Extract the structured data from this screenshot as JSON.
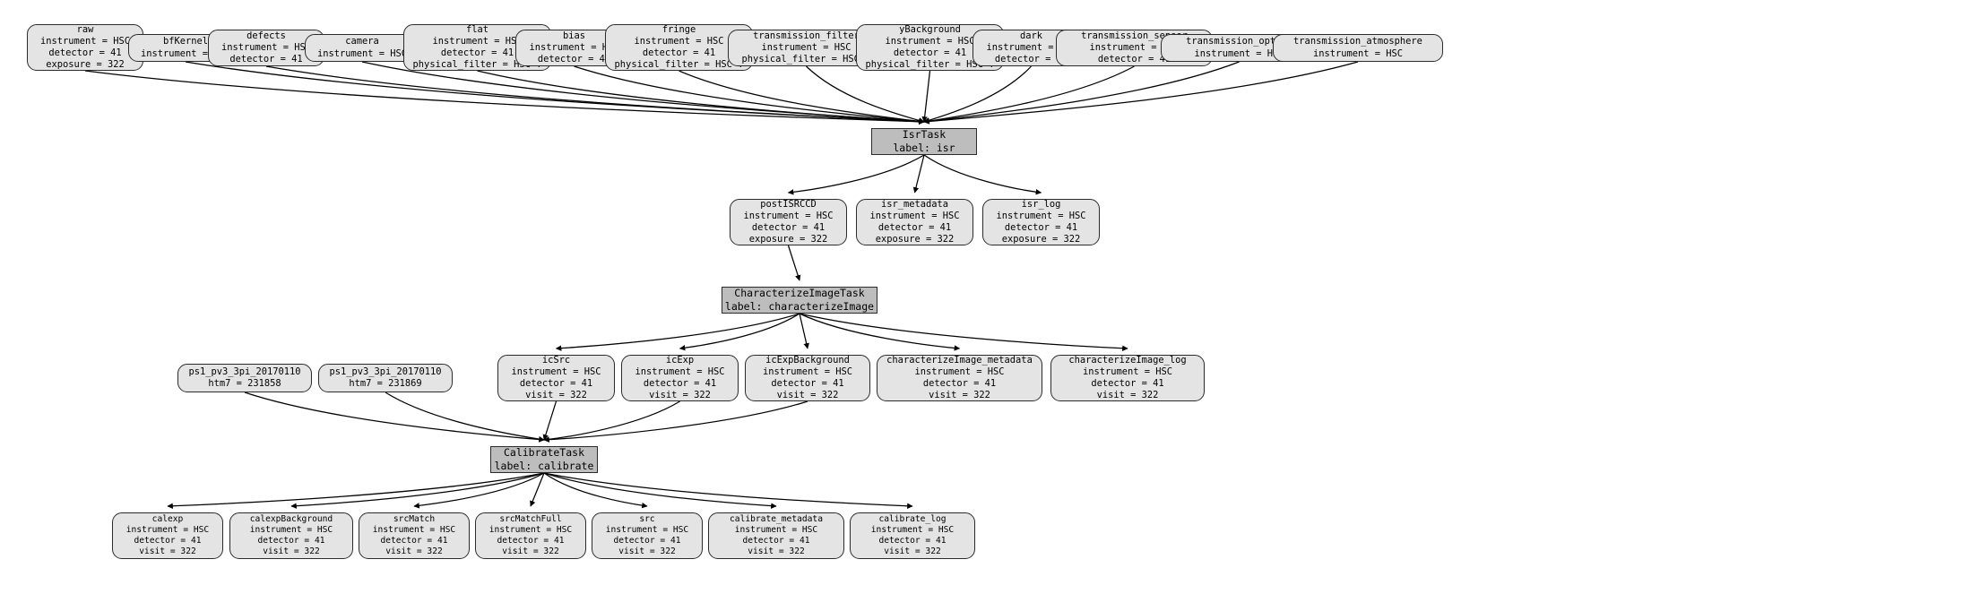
{
  "graph": {
    "type": "pipeline-dag",
    "title": "LSST pipeline quantum graph",
    "node_fill_dataset": "#e4e4e4",
    "node_fill_task": "#bdbdbd",
    "node_border": "#2b2b2b",
    "edge_color": "#000000"
  },
  "nodes": [
    {
      "id": "raw",
      "kind": "dataset",
      "lines": [
        "raw",
        "instrument = HSC",
        "detector = 41",
        "exposure = 322"
      ]
    },
    {
      "id": "bfKernel",
      "kind": "dataset",
      "lines": [
        "bfKernel",
        "instrument = HSC"
      ]
    },
    {
      "id": "defects",
      "kind": "dataset",
      "lines": [
        "defects",
        "instrument = HSC",
        "detector = 41"
      ]
    },
    {
      "id": "camera",
      "kind": "dataset",
      "lines": [
        "camera",
        "instrument = HSC"
      ]
    },
    {
      "id": "flat",
      "kind": "dataset",
      "lines": [
        "flat",
        "instrument = HSC",
        "detector = 41",
        "physical_filter = HSC-Y"
      ]
    },
    {
      "id": "bias",
      "kind": "dataset",
      "lines": [
        "bias",
        "instrument = HSC",
        "detector = 41"
      ]
    },
    {
      "id": "fringe",
      "kind": "dataset",
      "lines": [
        "fringe",
        "instrument = HSC",
        "detector = 41",
        "physical_filter = HSC-Y"
      ]
    },
    {
      "id": "transmission_filter",
      "kind": "dataset",
      "lines": [
        "transmission_filter",
        "instrument = HSC",
        "physical_filter = HSC-Y"
      ]
    },
    {
      "id": "yBackground",
      "kind": "dataset",
      "lines": [
        "yBackground",
        "instrument = HSC",
        "detector = 41",
        "physical_filter = HSC-Y"
      ]
    },
    {
      "id": "dark",
      "kind": "dataset",
      "lines": [
        "dark",
        "instrument = HSC",
        "detector = 41"
      ]
    },
    {
      "id": "transmission_sensor",
      "kind": "dataset",
      "lines": [
        "transmission_sensor",
        "instrument = HSC",
        "detector = 41"
      ]
    },
    {
      "id": "transmission_optics",
      "kind": "dataset",
      "lines": [
        "transmission_optics",
        "instrument = HSC"
      ]
    },
    {
      "id": "transmission_atmosphere",
      "kind": "dataset",
      "lines": [
        "transmission_atmosphere",
        "instrument = HSC"
      ]
    },
    {
      "id": "IsrTask",
      "kind": "task",
      "lines": [
        "IsrTask",
        "label: isr"
      ]
    },
    {
      "id": "postISRCCD",
      "kind": "dataset",
      "lines": [
        "postISRCCD",
        "instrument = HSC",
        "detector = 41",
        "exposure = 322"
      ]
    },
    {
      "id": "isr_metadata",
      "kind": "dataset",
      "lines": [
        "isr_metadata",
        "instrument = HSC",
        "detector = 41",
        "exposure = 322"
      ]
    },
    {
      "id": "isr_log",
      "kind": "dataset",
      "lines": [
        "isr_log",
        "instrument = HSC",
        "detector = 41",
        "exposure = 322"
      ]
    },
    {
      "id": "CharacterizeImageTask",
      "kind": "task",
      "lines": [
        "CharacterizeImageTask",
        "label: characterizeImage"
      ]
    },
    {
      "id": "icSrc",
      "kind": "dataset",
      "lines": [
        "icSrc",
        "instrument = HSC",
        "detector = 41",
        "visit = 322"
      ]
    },
    {
      "id": "icExp",
      "kind": "dataset",
      "lines": [
        "icExp",
        "instrument = HSC",
        "detector = 41",
        "visit = 322"
      ]
    },
    {
      "id": "icExpBackground",
      "kind": "dataset",
      "lines": [
        "icExpBackground",
        "instrument = HSC",
        "detector = 41",
        "visit = 322"
      ]
    },
    {
      "id": "characterizeImage_metadata",
      "kind": "dataset",
      "lines": [
        "characterizeImage_metadata",
        "instrument = HSC",
        "detector = 41",
        "visit = 322"
      ]
    },
    {
      "id": "characterizeImage_log",
      "kind": "dataset",
      "lines": [
        "characterizeImage_log",
        "instrument = HSC",
        "detector = 41",
        "visit = 322"
      ]
    },
    {
      "id": "ps1_a",
      "kind": "dataset",
      "lines": [
        "ps1_pv3_3pi_20170110",
        "htm7 = 231858"
      ]
    },
    {
      "id": "ps1_b",
      "kind": "dataset",
      "lines": [
        "ps1_pv3_3pi_20170110",
        "htm7 = 231869"
      ]
    },
    {
      "id": "CalibrateTask",
      "kind": "task",
      "lines": [
        "CalibrateTask",
        "label: calibrate"
      ]
    },
    {
      "id": "calexp",
      "kind": "dataset",
      "lines": [
        "calexp",
        "instrument = HSC",
        "detector = 41",
        "visit = 322"
      ]
    },
    {
      "id": "calexpBackground",
      "kind": "dataset",
      "lines": [
        "calexpBackground",
        "instrument = HSC",
        "detector = 41",
        "visit = 322"
      ]
    },
    {
      "id": "srcMatch",
      "kind": "dataset",
      "lines": [
        "srcMatch",
        "instrument = HSC",
        "detector = 41",
        "visit = 322"
      ]
    },
    {
      "id": "srcMatchFull",
      "kind": "dataset",
      "lines": [
        "srcMatchFull",
        "instrument = HSC",
        "detector = 41",
        "visit = 322"
      ]
    },
    {
      "id": "src",
      "kind": "dataset",
      "lines": [
        "src",
        "instrument = HSC",
        "detector = 41",
        "visit = 322"
      ]
    },
    {
      "id": "calibrate_metadata",
      "kind": "dataset",
      "lines": [
        "calibrate_metadata",
        "instrument = HSC",
        "detector = 41",
        "visit = 322"
      ]
    },
    {
      "id": "calibrate_log",
      "kind": "dataset",
      "lines": [
        "calibrate_log",
        "instrument = HSC",
        "detector = 41",
        "visit = 322"
      ]
    }
  ],
  "edges": [
    {
      "from": "raw",
      "to": "IsrTask"
    },
    {
      "from": "bfKernel",
      "to": "IsrTask"
    },
    {
      "from": "defects",
      "to": "IsrTask"
    },
    {
      "from": "camera",
      "to": "IsrTask"
    },
    {
      "from": "flat",
      "to": "IsrTask"
    },
    {
      "from": "bias",
      "to": "IsrTask"
    },
    {
      "from": "fringe",
      "to": "IsrTask"
    },
    {
      "from": "transmission_filter",
      "to": "IsrTask"
    },
    {
      "from": "yBackground",
      "to": "IsrTask"
    },
    {
      "from": "dark",
      "to": "IsrTask"
    },
    {
      "from": "transmission_sensor",
      "to": "IsrTask"
    },
    {
      "from": "transmission_optics",
      "to": "IsrTask"
    },
    {
      "from": "transmission_atmosphere",
      "to": "IsrTask"
    },
    {
      "from": "IsrTask",
      "to": "postISRCCD"
    },
    {
      "from": "IsrTask",
      "to": "isr_metadata"
    },
    {
      "from": "IsrTask",
      "to": "isr_log"
    },
    {
      "from": "postISRCCD",
      "to": "CharacterizeImageTask"
    },
    {
      "from": "CharacterizeImageTask",
      "to": "icSrc"
    },
    {
      "from": "CharacterizeImageTask",
      "to": "icExp"
    },
    {
      "from": "CharacterizeImageTask",
      "to": "icExpBackground"
    },
    {
      "from": "CharacterizeImageTask",
      "to": "characterizeImage_metadata"
    },
    {
      "from": "CharacterizeImageTask",
      "to": "characterizeImage_log"
    },
    {
      "from": "icSrc",
      "to": "CalibrateTask"
    },
    {
      "from": "icExp",
      "to": "CalibrateTask"
    },
    {
      "from": "icExpBackground",
      "to": "CalibrateTask"
    },
    {
      "from": "ps1_a",
      "to": "CalibrateTask"
    },
    {
      "from": "ps1_b",
      "to": "CalibrateTask"
    },
    {
      "from": "CalibrateTask",
      "to": "calexp"
    },
    {
      "from": "CalibrateTask",
      "to": "calexpBackground"
    },
    {
      "from": "CalibrateTask",
      "to": "srcMatch"
    },
    {
      "from": "CalibrateTask",
      "to": "srcMatchFull"
    },
    {
      "from": "CalibrateTask",
      "to": "src"
    },
    {
      "from": "CalibrateTask",
      "to": "calibrate_metadata"
    },
    {
      "from": "CalibrateTask",
      "to": "calibrate_log"
    }
  ]
}
